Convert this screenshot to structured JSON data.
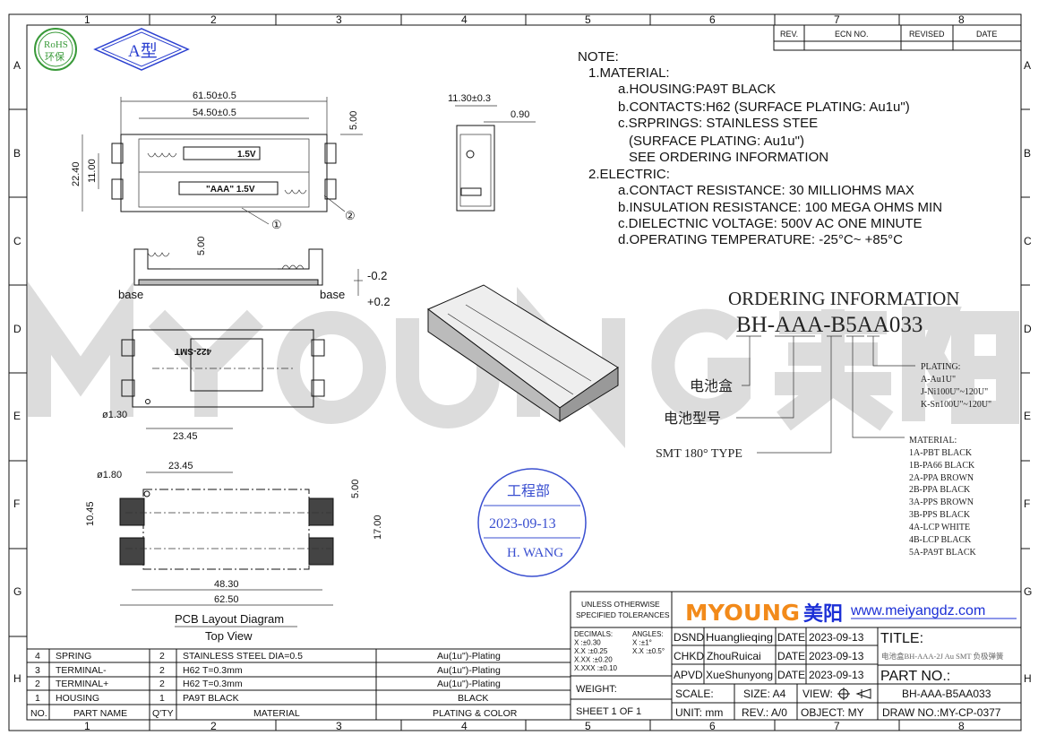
{
  "grid": {
    "cols": [
      "1",
      "2",
      "3",
      "4",
      "5",
      "6",
      "7",
      "8"
    ],
    "rows": [
      "A",
      "B",
      "C",
      "D",
      "E",
      "F",
      "G",
      "H"
    ]
  },
  "logos": {
    "rohs": "RoHS",
    "rohs_cn": "环保",
    "type": "A型",
    "watermark": "MYOUNG 美阳"
  },
  "revision_table": {
    "headers": [
      "REV.",
      "ECN NO.",
      "REVISED",
      "DATE"
    ]
  },
  "notes": {
    "title": "NOTE:",
    "lines": [
      "1.MATERIAL:",
      "a.HOUSING:PA9T  BLACK",
      "b.CONTACTS:H62  (SURFACE  PLATING:  Au1u\")",
      "c.SRPRINGS:  STAINLESS  STEE",
      "(SURFACE  PLATING:  Au1u\")",
      "SEE  ORDERING  INFORMATION",
      "2.ELECTRIC:",
      "a.CONTACT  RESISTANCE:  30  MILLIOHMS  MAX",
      "b.INSULATION  RESISTANCE:  100  MEGA  OHMS  MIN",
      "c.DIELECTNIC  VOLTAGE:  500V  AC  ONE  MINUTE",
      "d.OPERATING  TEMPERATURE:  -25°C~  +85°C"
    ]
  },
  "dims": {
    "top_w1": "61.50±0.5",
    "top_w2": "54.50±0.5",
    "h1": "22.40",
    "h2": "11.00",
    "top_r": "5.00",
    "cell1": "1.5V",
    "cell2": "\"AAA\" 1.5V",
    "callout1": "①",
    "callout2": "②",
    "side_w": "11.30±0.3",
    "side_t": "0.90",
    "front_h": "5.00",
    "base_l": "base",
    "base_r": "base",
    "tol_minus": "-0.2",
    "tol_plus": "+0.2",
    "bottom_label": "422-SMT",
    "bottom_hole": "ø1.30",
    "bottom_w": "23.45",
    "pcb_hole": "ø1.80",
    "pcb_w1": "23.45",
    "pcb_h1": "10.45",
    "pcb_r1": "5.00",
    "pcb_r2": "17.00",
    "pcb_w2": "48.30",
    "pcb_w3": "62.50",
    "pcb_title": "PCB Layout Diagram",
    "pcb_sub": "Top View"
  },
  "ordering": {
    "title": "ORDERING INFORMATION",
    "part": "BH-AAA-B5AA033",
    "label_box": "电池盒",
    "label_model": "电池型号",
    "label_type": "SMT 180° TYPE",
    "plating": [
      "PLATING:",
      "A-Au1U\"",
      "J-Ni100U\"~120U\"",
      "K-Sn100U\"~120U\""
    ],
    "material": [
      "MATERIAL:",
      "1A-PBT BLACK",
      "1B-PA66 BLACK",
      "2A-PPA BROWN",
      "2B-PPA BLACK",
      "3A-PPS BROWN",
      "3B-PPS BLACK",
      "4A-LCP WHITE",
      "4B-LCP BLACK",
      "5A-PA9T BLACK"
    ]
  },
  "stamp": {
    "dept": "工程部",
    "date": "2023-09-13",
    "name": "H. WANG",
    "color": "#3a4fd0"
  },
  "bom": {
    "headers": [
      "NO.",
      "PART NAME",
      "Q'TY",
      "MATERIAL",
      "PLATING & COLOR"
    ],
    "rows": [
      [
        "4",
        "SPRING",
        "2",
        "STAINLESS  STEEL  DIA=0.5",
        "Au(1u\")-Plating"
      ],
      [
        "3",
        "TERMINAL-",
        "2",
        "H62    T=0.3mm",
        "Au(1u\")-Plating"
      ],
      [
        "2",
        "TERMINAL+",
        "2",
        "H62    T=0.3mm",
        "Au(1u\")-Plating"
      ],
      [
        "1",
        "HOUSING",
        "1",
        "PA9T  BLACK",
        "BLACK"
      ]
    ]
  },
  "title_block": {
    "tolerance_title1": "UNLESS  OTHERWISE",
    "tolerance_title2": "SPECIFIED  TOLERANCES",
    "decimals": "DECIMALS:",
    "angles": "ANGLES:",
    "tol": [
      "X      :±0.30",
      "X.X    :±0.25",
      "X.XX   :±0.20",
      "X.XXX :±0.10"
    ],
    "ang": [
      "X   :±1°",
      "X.X :±0.5°"
    ],
    "brand": "MYOUNG",
    "brand_cn": "美阳",
    "website": "www.meiyangdz.com",
    "brand_orange": "#f28a1a",
    "brand_blue": "#1b2fd6",
    "dsnd": "DSND",
    "dsnd_name": "Huanglieqing",
    "chkd": "CHKD",
    "chkd_name": "ZhouRuicai",
    "apvd": "APVD",
    "apvd_name": "XueShunyong",
    "date_label": "DATE",
    "date": "2023-09-13",
    "title_label": "TITLE:",
    "title": "电池盒BH-AAA-2J Au SMT 负极弹簧",
    "part_label": "PART  NO.:",
    "part_no": "BH-AAA-B5AA033",
    "weight": "WEIGHT:",
    "sheet": "SHEET  1  OF  1",
    "scale": "SCALE:",
    "size": "SIZE:  A4",
    "view": "VIEW:",
    "unit": "UNIT:  mm",
    "rev": "REV.:  A/0",
    "object": "OBJECT:  MY",
    "draw_no": "DRAW  NO.:MY-CP-0377"
  }
}
